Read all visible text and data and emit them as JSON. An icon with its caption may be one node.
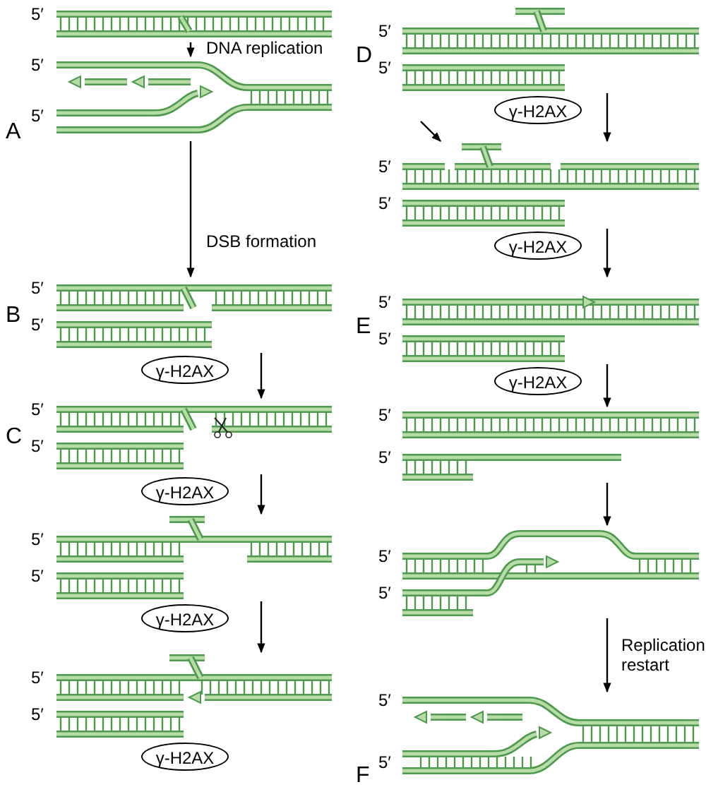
{
  "diagram": {
    "nodes": [
      {
        "text": [],
        "shape": "picture",
        "beside": [
          "5′"
        ]
      },
      {
        "text": [],
        "shape": "picture",
        "beside": [
          "5′",
          "5′",
          "A"
        ]
      },
      {
        "text": [],
        "shape": "picture",
        "beside": [
          "5′",
          "5′",
          "B"
        ]
      },
      {
        "text": [
          "γ-H2AX"
        ]
      },
      {
        "text": [],
        "shape": "picture",
        "beside": [
          "5′",
          "5′",
          "C"
        ]
      },
      {
        "text": [
          "γ-H2AX"
        ]
      },
      {
        "text": [],
        "shape": "picture",
        "beside": [
          "5′",
          "5′"
        ]
      },
      {
        "text": [
          "γ-H2AX"
        ]
      },
      {
        "text": [],
        "shape": "picture",
        "beside": [
          "5′",
          "5′"
        ]
      },
      {
        "text": [
          "γ-H2AX"
        ]
      },
      {
        "text": [],
        "shape": "picture",
        "beside": [
          "5′",
          "5′",
          "D"
        ]
      },
      {
        "text": [
          "γ-H2AX"
        ]
      },
      {
        "text": [],
        "shape": "picture",
        "beside": [
          "5′",
          "5′"
        ]
      },
      {
        "text": [
          "γ-H2AX"
        ]
      },
      {
        "text": [],
        "shape": "picture",
        "beside": [
          "5′",
          "5′",
          "E"
        ]
      },
      {
        "text": [
          "γ-H2AX"
        ]
      },
      {
        "text": [],
        "shape": "picture",
        "beside": [
          "5′",
          "5′"
        ]
      },
      {
        "text": [],
        "shape": "picture",
        "beside": [
          "5′",
          "5′"
        ]
      },
      {
        "text": [],
        "shape": "picture",
        "beside": [
          "5′",
          "5′",
          "F"
        ]
      }
    ],
    "edges": [
      {
        "from": 0,
        "to": 1,
        "arrow": "to",
        "label": "DNA replication"
      },
      {
        "from": 1,
        "to": 2,
        "arrow": "to",
        "label": "DSB formation"
      },
      {
        "from": 2,
        "to": 4,
        "arrow": "to"
      },
      {
        "from": 4,
        "to": 6,
        "arrow": "to"
      },
      {
        "from": 6,
        "to": 8,
        "arrow": "to"
      },
      {
        "from": 10,
        "to": 12,
        "arrow": "to"
      },
      {
        "from": null,
        "to": 12,
        "arrow": "to"
      },
      {
        "from": 12,
        "to": 14,
        "arrow": "to"
      },
      {
        "from": 14,
        "to": 16,
        "arrow": "to"
      },
      {
        "from": 16,
        "to": 17,
        "arrow": "to"
      },
      {
        "from": 17,
        "to": 18,
        "arrow": "to",
        "label": "Replication restart"
      }
    ]
  }
}
